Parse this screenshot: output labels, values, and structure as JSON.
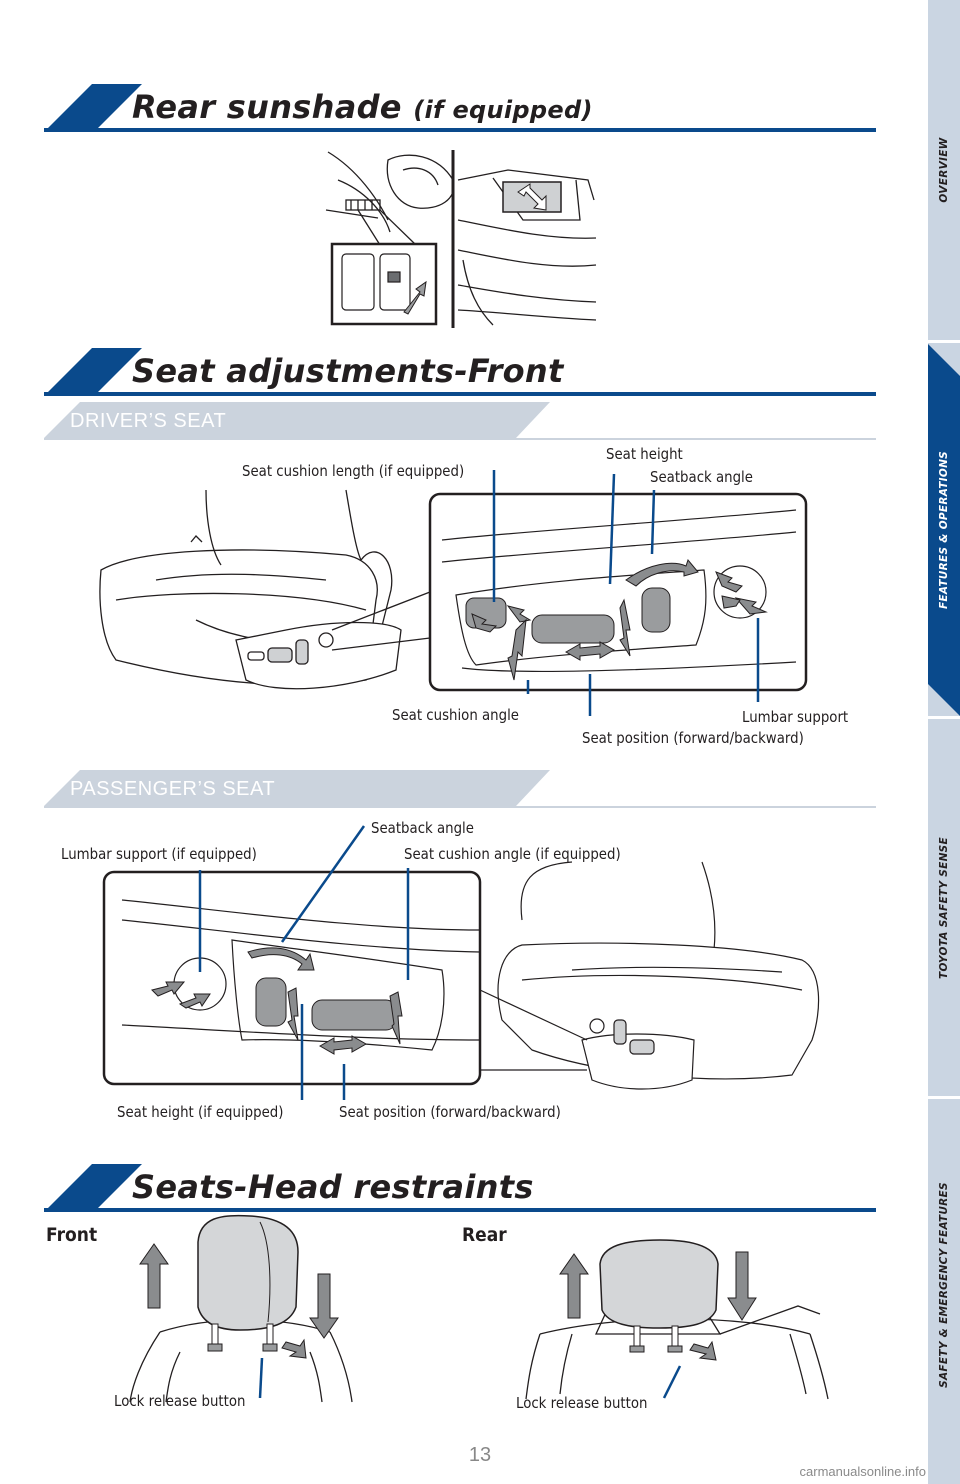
{
  "sections": {
    "sunshade": {
      "title": "Rear sunshade",
      "suffix": "(if equipped)"
    },
    "seat_front": {
      "title": "Seat adjustments-Front"
    },
    "head_restraints": {
      "title": "Seats-Head restraints"
    }
  },
  "driver": {
    "band": "DRIVER’S SEAT",
    "labels": {
      "cushion_length": "Seat cushion length (if equipped)",
      "height": "Seat height",
      "seatback": "Seatback angle",
      "cushion_angle": "Seat cushion angle",
      "lumbar": "Lumbar support",
      "position": "Seat position (forward/backward)"
    }
  },
  "passenger": {
    "band": "PASSENGER’S SEAT",
    "labels": {
      "seatback": "Seatback angle",
      "lumbar": "Lumbar support (if equipped)",
      "cushion_angle": "Seat cushion angle (if equipped)",
      "height": "Seat height (if equipped)",
      "position": "Seat position (forward/backward)"
    }
  },
  "head": {
    "front": "Front",
    "rear": "Rear",
    "lock_front": "Lock release button",
    "lock_rear": "Lock release button"
  },
  "sidebar": {
    "tabs": [
      "OVERVIEW",
      "FEATURES & OPERATIONS",
      "TOYOTA SAFETY SENSE",
      "SAFETY & EMERGENCY FEATURES"
    ],
    "active": "FEATURES & OPERATIONS"
  },
  "colors": {
    "accent": "#0a4a8c",
    "band": "#cbd3dd",
    "sidebar": "#cad5e2",
    "arrow": "#8a8c8e"
  },
  "page_number": "13",
  "watermark": "carmanualsonline.info"
}
